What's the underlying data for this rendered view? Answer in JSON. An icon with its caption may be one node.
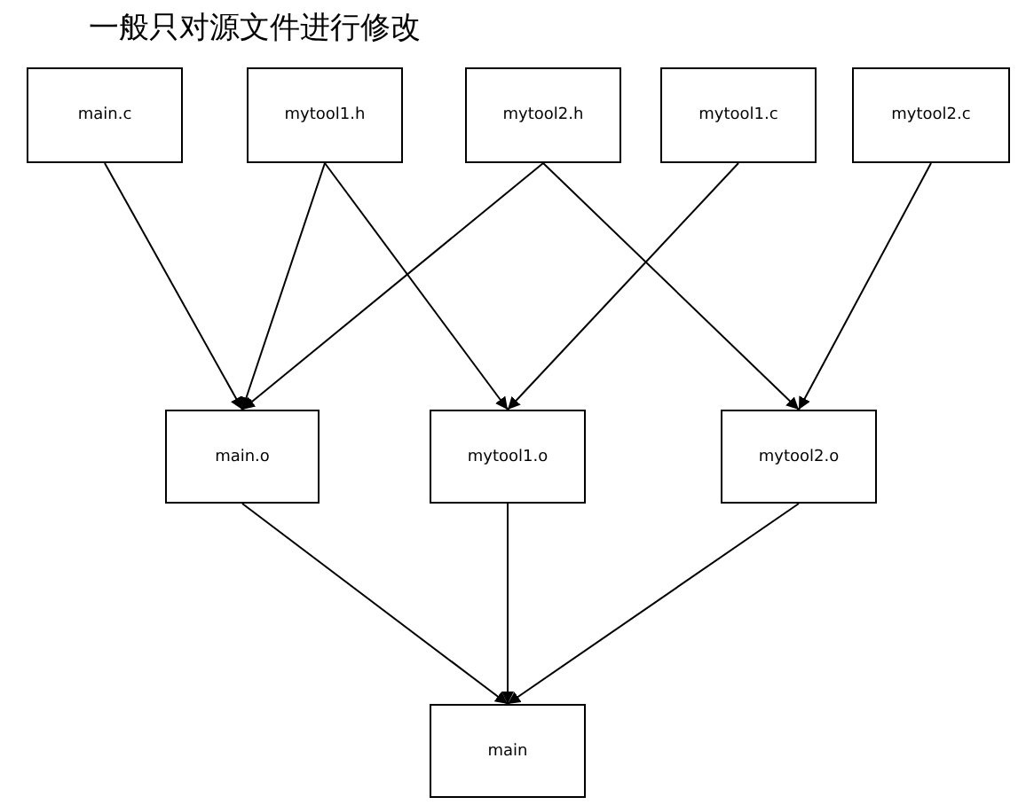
{
  "diagram": {
    "title": "一般只对源文件进行修改",
    "nodes": [
      {
        "text": [
          "main.c"
        ]
      },
      {
        "text": [
          "mytool1.h"
        ]
      },
      {
        "text": [
          "mytool2.h"
        ]
      },
      {
        "text": [
          "mytool1.c"
        ]
      },
      {
        "text": [
          "mytool2.c"
        ]
      },
      {
        "text": [
          "main.o"
        ]
      },
      {
        "text": [
          "mytool1.o"
        ]
      },
      {
        "text": [
          "mytool2.o"
        ]
      },
      {
        "text": [
          "main"
        ]
      }
    ],
    "edges": [
      {
        "from": 0,
        "to": 5,
        "arrow": "to"
      },
      {
        "from": 1,
        "to": 5,
        "arrow": "to"
      },
      {
        "from": 1,
        "to": 6,
        "arrow": "to"
      },
      {
        "from": 2,
        "to": 5,
        "arrow": "to"
      },
      {
        "from": 2,
        "to": 7,
        "arrow": "to"
      },
      {
        "from": 3,
        "to": 6,
        "arrow": "to"
      },
      {
        "from": 4,
        "to": 7,
        "arrow": "to"
      },
      {
        "from": 5,
        "to": 8,
        "arrow": "to"
      },
      {
        "from": 6,
        "to": 8,
        "arrow": "to"
      },
      {
        "from": 7,
        "to": 8,
        "arrow": "to"
      }
    ]
  }
}
